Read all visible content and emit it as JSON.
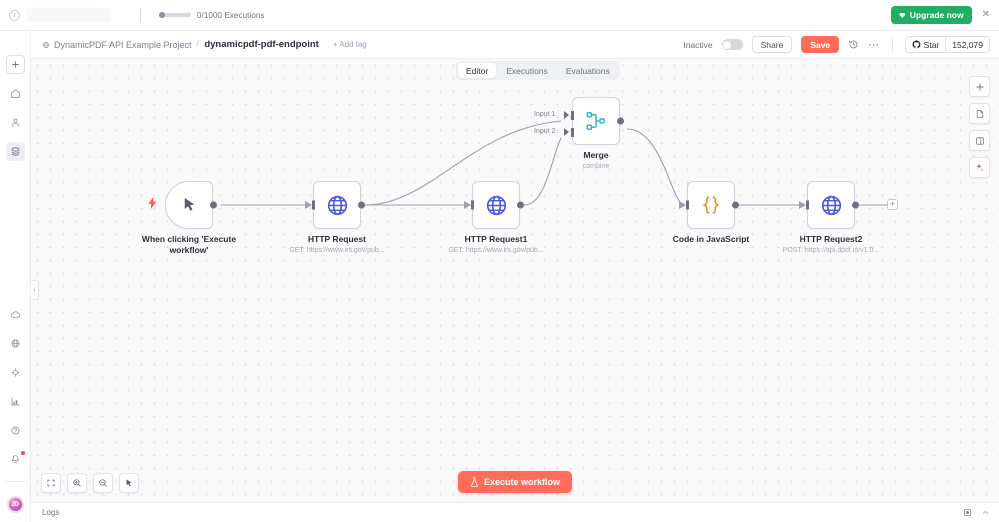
{
  "banner": {
    "quota_text": "0/1000 Executions",
    "upgrade_label": "Upgrade now",
    "gem_icon": "gem-icon",
    "close_icon": "close-icon"
  },
  "sidebar": {
    "top_items": [
      {
        "name": "add-button",
        "icon": "plus-icon"
      },
      {
        "name": "overview",
        "icon": "home-icon"
      },
      {
        "name": "personal",
        "icon": "person-icon"
      },
      {
        "name": "projects",
        "icon": "layers-icon"
      }
    ],
    "bottom_items": [
      {
        "name": "cloud",
        "icon": "cloud-icon"
      },
      {
        "name": "help",
        "icon": "globe-help-icon"
      },
      {
        "name": "templates",
        "icon": "sparkle-star-icon"
      },
      {
        "name": "insights",
        "icon": "bar-chart-icon"
      },
      {
        "name": "help-center",
        "icon": "question-circle-icon"
      },
      {
        "name": "notifications",
        "icon": "bell-icon"
      }
    ],
    "avatar_initials": "JD"
  },
  "header": {
    "project_name": "DynamicPDF API Example Project",
    "project_icon": "project-globe-icon",
    "separator": "/",
    "workflow_name": "dynamicpdf-pdf-endpoint",
    "add_tag_label": "+ Add tag",
    "active_state_label": "Inactive",
    "share_label": "Share",
    "save_label": "Save",
    "history_icon": "history-clock-icon",
    "more_icon": "more-dots-icon",
    "github_star_label": "Star",
    "github_star_count": "152,079",
    "github_icon": "github-icon"
  },
  "tabs": [
    {
      "label": "Editor",
      "active": true
    },
    {
      "label": "Executions",
      "active": false
    },
    {
      "label": "Evaluations",
      "active": false
    }
  ],
  "canvas": {
    "collapse_icon": "chevron-left-icon",
    "nodes": [
      {
        "id": "trigger",
        "label": "When clicking 'Execute workflow'",
        "subtitle": "",
        "icon": "cursor-pointer-icon",
        "badge_icon": "lightning-bolt-icon"
      },
      {
        "id": "http-request",
        "label": "HTTP Request",
        "subtitle": "GET: https://www.irs.gov/pub...",
        "icon": "globe-icon"
      },
      {
        "id": "http-request1",
        "label": "HTTP Request1",
        "subtitle": "GET: https://www.irs.gov/pub...",
        "icon": "globe-icon"
      },
      {
        "id": "merge",
        "label": "Merge",
        "subtitle": "combine",
        "icon": "merge-icon",
        "input1_label": "Input 1",
        "input2_label": "Input 2"
      },
      {
        "id": "code",
        "label": "Code in JavaScript",
        "subtitle": "",
        "icon": "curly-braces-icon"
      },
      {
        "id": "http-request2",
        "label": "HTTP Request2",
        "subtitle": "POST: https://api.dpdf.io/v1.0...",
        "icon": "globe-icon"
      }
    ],
    "add_node_stub": "+",
    "right_panel": [
      {
        "name": "add-node-button",
        "icon": "plus-icon"
      },
      {
        "name": "add-sticky-note-button",
        "icon": "note-icon"
      },
      {
        "name": "open-panel-button",
        "icon": "panel-icon"
      },
      {
        "name": "ai-assistant-button",
        "icon": "ai-sparkle-icon"
      }
    ],
    "tools": [
      {
        "name": "fit-view-button",
        "icon": "fit-screen-icon"
      },
      {
        "name": "zoom-in-button",
        "icon": "zoom-in-icon"
      },
      {
        "name": "zoom-out-button",
        "icon": "zoom-out-icon"
      },
      {
        "name": "reset-zoom-button",
        "icon": "cursor-tool-icon"
      }
    ],
    "execute_label": "Execute workflow",
    "execute_icon": "flask-icon"
  },
  "logs": {
    "label": "Logs",
    "icons": [
      {
        "name": "logs-panel-icon",
        "icon": "panel-split-icon"
      },
      {
        "name": "logs-collapse-icon",
        "icon": "chevron-up-icon"
      }
    ]
  },
  "colors": {
    "accent_red": "#ff6d5a",
    "green": "#21ad63",
    "globe_blue": "#4a55e0",
    "merge_cyan": "#2fb6c7",
    "code_orange": "#f28b27",
    "bolt_red": "#ff5a4a"
  }
}
